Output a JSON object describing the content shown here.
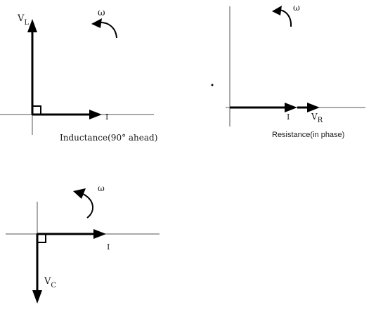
{
  "inductance": {
    "voltage_symbol": "V",
    "voltage_subscript": "L",
    "current_label": "I",
    "omega": "ω",
    "caption": "Inductance(90° ahead)"
  },
  "resistance": {
    "current_label": "I",
    "voltage_symbol": "V",
    "voltage_subscript": "R",
    "omega": "ω",
    "caption": "Resistance(in phase)"
  },
  "capacitance": {
    "voltage_symbol": "V",
    "voltage_subscript": "C",
    "current_label": "I",
    "omega": "ω"
  },
  "colors": {
    "ink": "#000000",
    "axis": "#555555",
    "background": "#ffffff"
  }
}
